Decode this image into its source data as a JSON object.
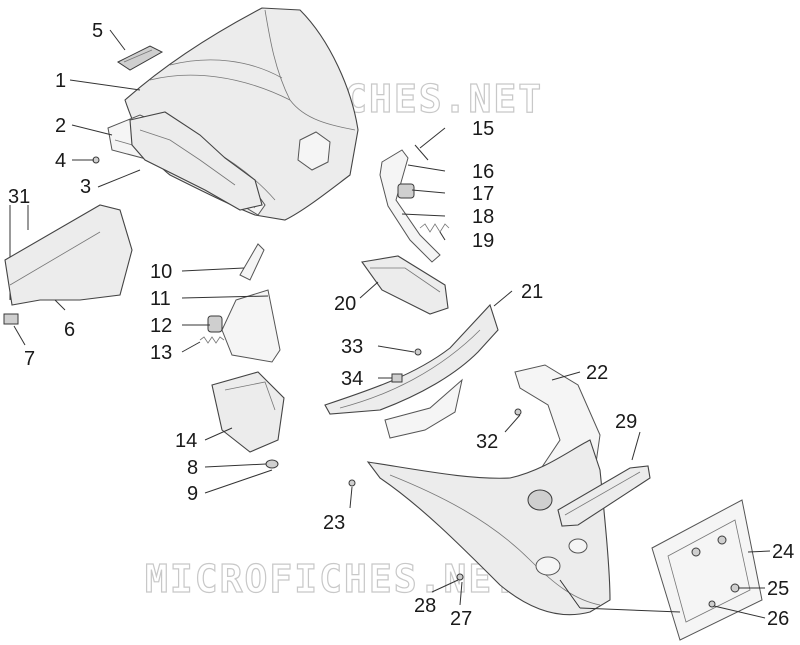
{
  "watermark": {
    "top": "MICROFICHES.NET",
    "bottom": "MICROFICHES.NET"
  },
  "callouts": {
    "c1": "1",
    "c2": "2",
    "c3": "3",
    "c4": "4",
    "c5": "5",
    "c6": "6",
    "c7": "7",
    "c8": "8",
    "c9": "9",
    "c10": "10",
    "c11": "11",
    "c12": "12",
    "c13": "13",
    "c14": "14",
    "c15": "15",
    "c16": "16",
    "c17": "17",
    "c18": "18",
    "c19": "19",
    "c20": "20",
    "c21": "21",
    "c22": "22",
    "c23": "23",
    "c24": "24",
    "c25": "25",
    "c26": "26",
    "c27": "27",
    "c28": "28",
    "c29": "29",
    "c31": "31",
    "c32": "32",
    "c33": "33",
    "c34": "34"
  }
}
